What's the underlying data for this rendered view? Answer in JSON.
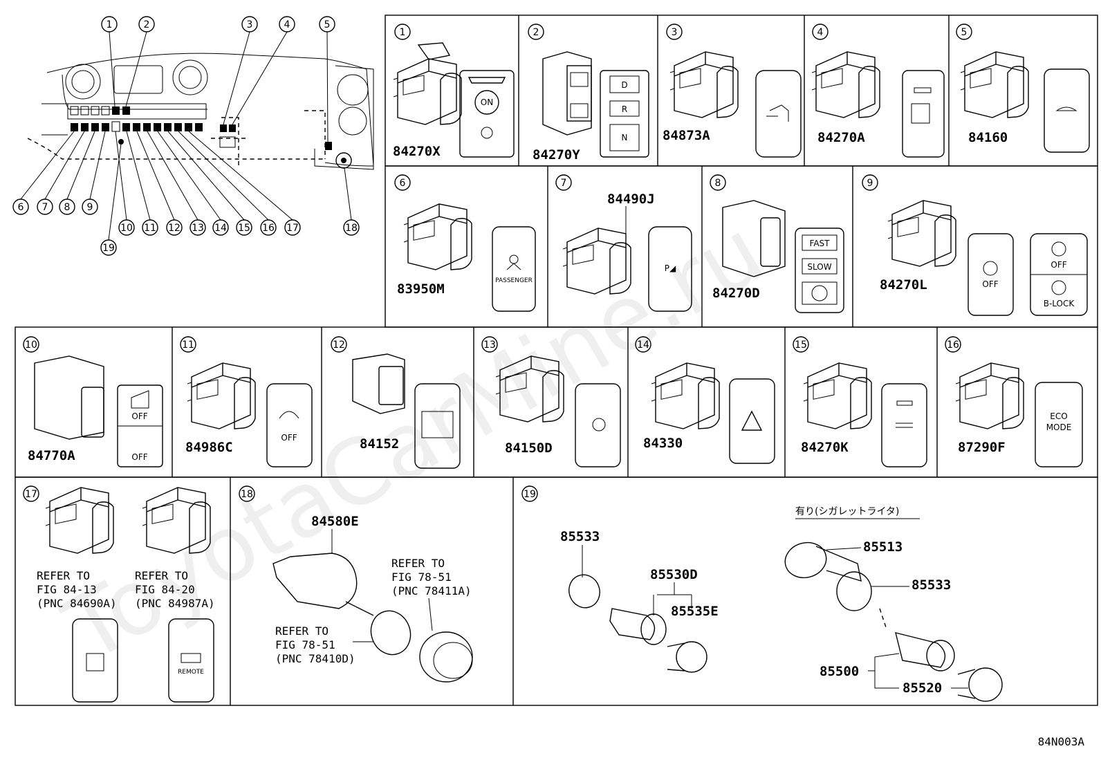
{
  "diagram_code": "84N003A",
  "watermark": "ToyotaCarMine.ru",
  "overview": {
    "callouts_top": [
      "1",
      "2",
      "3",
      "4",
      "5"
    ],
    "callouts_bottom": [
      "6",
      "7",
      "8",
      "9",
      "10",
      "11",
      "12",
      "13",
      "14",
      "15",
      "16",
      "17",
      "18"
    ],
    "callout_19": "19"
  },
  "panels": [
    {
      "num": "1",
      "part": "84270X",
      "labels": [
        "ON"
      ]
    },
    {
      "num": "2",
      "part": "84270Y",
      "labels": [
        "D",
        "R",
        "N"
      ]
    },
    {
      "num": "3",
      "part": "84873A",
      "labels": []
    },
    {
      "num": "4",
      "part": "84270A",
      "labels": []
    },
    {
      "num": "5",
      "part": "84160",
      "labels": []
    },
    {
      "num": "6",
      "part": "83950M",
      "labels": [
        "PASSENGER"
      ]
    },
    {
      "num": "7",
      "part": "84490J",
      "labels": []
    },
    {
      "num": "8",
      "part": "84270D",
      "labels": [
        "FAST",
        "SLOW"
      ]
    },
    {
      "num": "9",
      "part": "84270L",
      "labels": [
        "OFF",
        "OFF",
        "B-LOCK"
      ]
    },
    {
      "num": "10",
      "part": "84770A",
      "labels": [
        "OFF",
        "OFF"
      ]
    },
    {
      "num": "11",
      "part": "84986C",
      "labels": [
        "OFF"
      ]
    },
    {
      "num": "12",
      "part": "84152",
      "labels": []
    },
    {
      "num": "13",
      "part": "84150D",
      "labels": []
    },
    {
      "num": "14",
      "part": "84330",
      "labels": []
    },
    {
      "num": "15",
      "part": "84270K",
      "labels": []
    },
    {
      "num": "16",
      "part": "87290F",
      "labels": [
        "ECO",
        "MODE"
      ]
    },
    {
      "num": "17",
      "part": "",
      "labels": [
        "REMOTE"
      ]
    },
    {
      "num": "18",
      "part": "84580E",
      "labels": []
    },
    {
      "num": "19",
      "part": "",
      "labels": []
    }
  ],
  "panel17": {
    "ref_a": [
      "REFER TO",
      "FIG 84-13",
      "(PNC 84690A)"
    ],
    "ref_b": [
      "REFER TO",
      "FIG 84-20",
      "(PNC 84987A)"
    ]
  },
  "panel18": {
    "ref_a": [
      "REFER TO",
      "FIG 78-51",
      "(PNC 78411A)"
    ],
    "ref_b": [
      "REFER TO",
      "FIG 78-51",
      "(PNC 78410D)"
    ]
  },
  "panel19": {
    "header": "有り(シガレットライタ)",
    "parts_left": [
      "85533",
      "85530D",
      "85535E"
    ],
    "parts_right": [
      "85513",
      "85533",
      "85500",
      "85520"
    ]
  }
}
